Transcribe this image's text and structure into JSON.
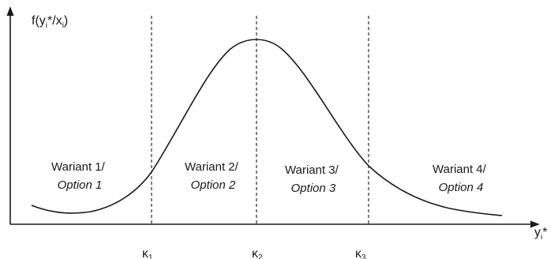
{
  "y_axis_label": {
    "base": "f(y",
    "sub1": "i",
    "mid": "*/x",
    "sub2": "i",
    "close": ")"
  },
  "x_axis_label": {
    "base": "y",
    "sub": "i",
    "sup": "*"
  },
  "thresholds": [
    {
      "base": "κ",
      "sub": "1"
    },
    {
      "base": "κ",
      "sub": "2"
    },
    {
      "base": "κ",
      "sub": "3"
    }
  ],
  "regions": [
    {
      "line1": "Wariant 1/",
      "line2": "Option 1"
    },
    {
      "line1": "Wariant 2/",
      "line2": "Option 2"
    },
    {
      "line1": "Wariant 3/",
      "line2": "Option 3"
    },
    {
      "line1": "Wariant 4/",
      "line2": "Option 4"
    }
  ],
  "colors": {
    "stroke": "#1a1a1a"
  }
}
